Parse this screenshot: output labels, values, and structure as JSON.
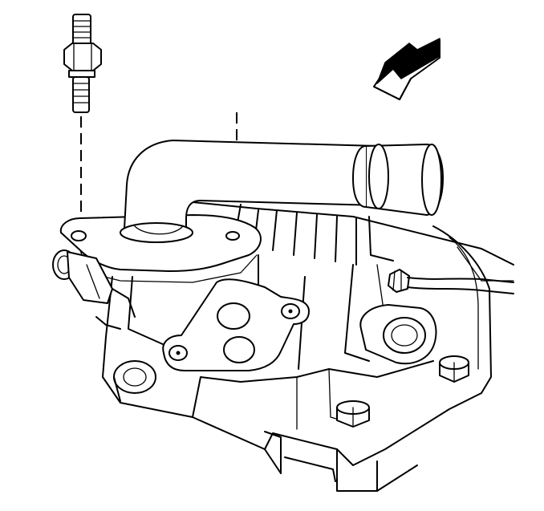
{
  "figure": {
    "type": "technical line illustration",
    "parts": [
      "stud-bolt",
      "direction-arrow",
      "coolant-outlet-pipe",
      "pipe-flange",
      "bolt-holes",
      "engine-block",
      "egr-plate",
      "hose-fitting",
      "hex-bolts"
    ],
    "colors": {
      "ink": "#000000",
      "background": "#ffffff"
    }
  }
}
